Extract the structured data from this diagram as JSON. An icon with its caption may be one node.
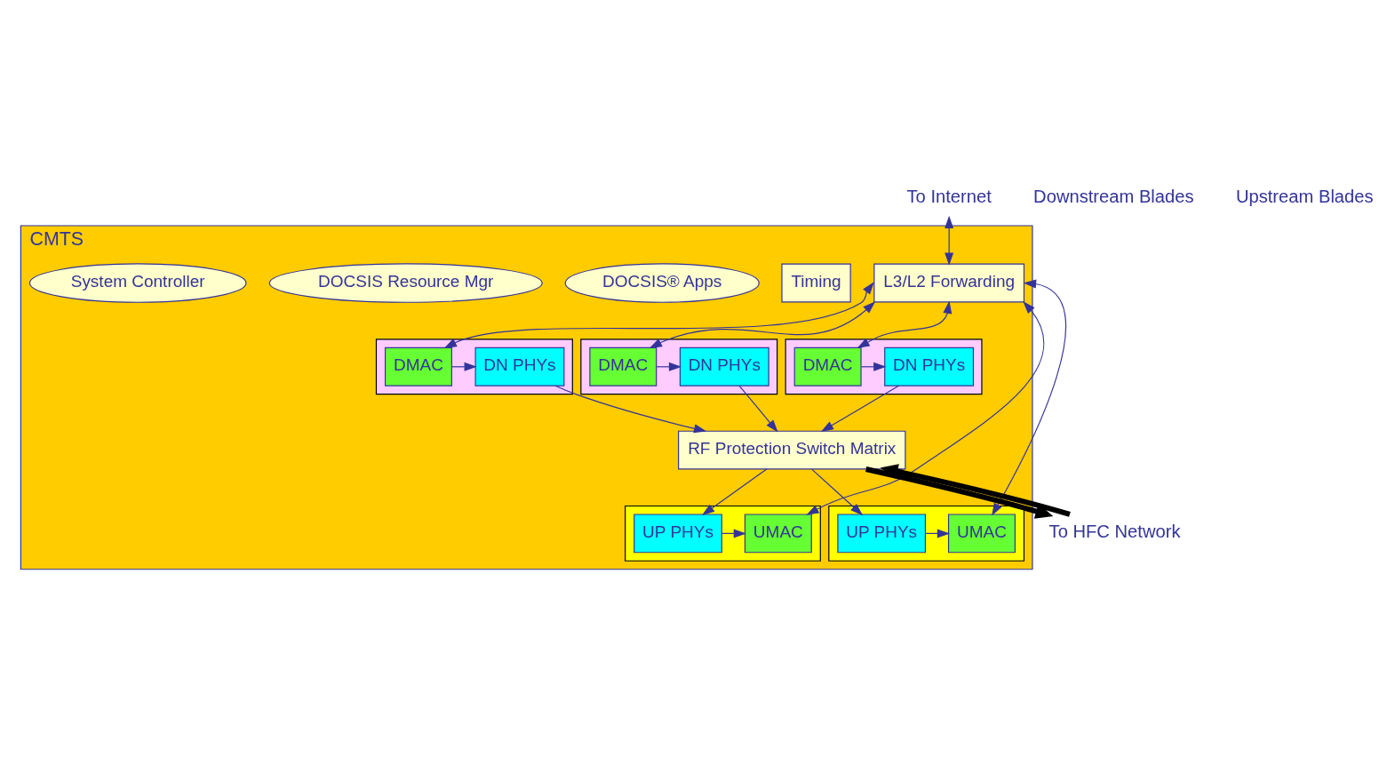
{
  "diagram": {
    "nodes": [
      {
        "text": [
          "CMTS"
        ]
      },
      {
        "text": [
          "L3/L2 Forwarding"
        ],
        "in": 0
      },
      {
        "text": [
          "Timing"
        ],
        "in": 0
      },
      {
        "text": [
          "DOCSIS® Apps"
        ],
        "in": 0
      },
      {
        "text": [
          "DOCSIS Resource Mgr"
        ],
        "in": 0
      },
      {
        "text": [
          "System Controller"
        ],
        "in": 0
      },
      {
        "text": [],
        "shape": "box",
        "in": 0
      },
      {
        "text": [
          "DN PHYs"
        ],
        "in": 6
      },
      {
        "text": [
          "DMAC"
        ],
        "in": 6
      },
      {
        "text": [],
        "shape": "box",
        "in": 0
      },
      {
        "text": [
          "DN PHYs"
        ],
        "in": 9
      },
      {
        "text": [
          "DMAC"
        ],
        "in": 9
      },
      {
        "text": [],
        "shape": "box",
        "in": 0
      },
      {
        "text": [
          "DN PHYs"
        ],
        "in": 12
      },
      {
        "text": [
          "DMAC"
        ],
        "in": 12
      },
      {
        "text": [],
        "shape": "box",
        "in": 0
      },
      {
        "text": [
          "UP PHYs"
        ],
        "in": 15
      },
      {
        "text": [
          "UMAC"
        ],
        "in": 15
      },
      {
        "text": [],
        "shape": "box",
        "in": 0
      },
      {
        "text": [
          "UP PHYs"
        ],
        "in": 18
      },
      {
        "text": [
          "UMAC"
        ],
        "in": 18
      },
      {
        "text": [
          "RF Protection Switch Matrix"
        ],
        "in": 0
      },
      {
        "text": [
          "To Internet"
        ]
      },
      {
        "text": [
          "To HFC Network"
        ]
      }
    ],
    "edges": [
      {
        "from": 1,
        "to": 22,
        "arrow": "both"
      },
      {
        "from": 8,
        "to": 7,
        "arrow": "to"
      },
      {
        "from": 11,
        "to": 10,
        "arrow": "to"
      },
      {
        "from": 14,
        "to": 13,
        "arrow": "to"
      },
      {
        "from": 16,
        "to": 17,
        "arrow": "to"
      },
      {
        "from": 19,
        "to": 20,
        "arrow": "to"
      },
      {
        "from": 1,
        "to": 8,
        "arrow": "both"
      },
      {
        "from": 1,
        "to": 11,
        "arrow": "both"
      },
      {
        "from": 1,
        "to": 14,
        "arrow": "both"
      },
      {
        "from": 1,
        "to": 17,
        "arrow": "both"
      },
      {
        "from": 1,
        "to": 20,
        "arrow": "both"
      },
      {
        "from": 7,
        "to": 21,
        "arrow": "to"
      },
      {
        "from": 10,
        "to": 21,
        "arrow": "to"
      },
      {
        "from": 13,
        "to": 21,
        "arrow": "to"
      },
      {
        "from": 21,
        "to": 16,
        "arrow": "to"
      },
      {
        "from": 21,
        "to": 19,
        "arrow": "to"
      },
      {
        "from": 21,
        "to": 23,
        "arrow": "to",
        "color": "#000000",
        "style": "thick"
      },
      {
        "from": 23,
        "to": 21,
        "arrow": "to",
        "color": "#000000",
        "style": "thick"
      }
    ],
    "labels": [
      "Downstream Blades",
      "Upstream Blades"
    ]
  }
}
